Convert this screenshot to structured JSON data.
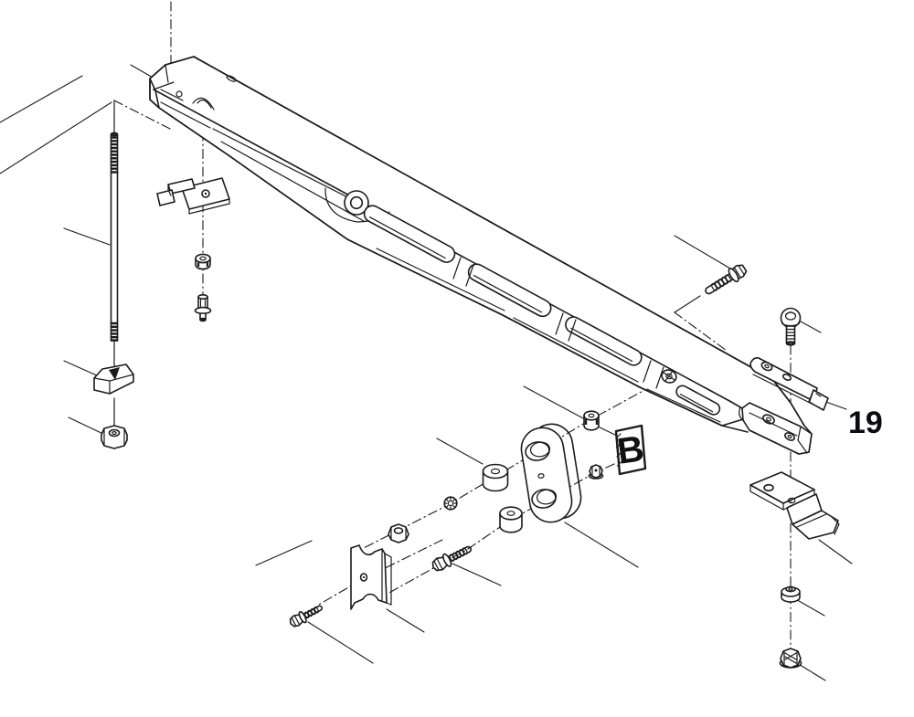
{
  "figure": {
    "type": "exploded-parts-diagram",
    "background": "#ffffff",
    "line_color": "#1b1b1b",
    "label_color": "#0a0a10",
    "callouts": {
      "part_number": "19",
      "detail_marker": "B"
    }
  }
}
